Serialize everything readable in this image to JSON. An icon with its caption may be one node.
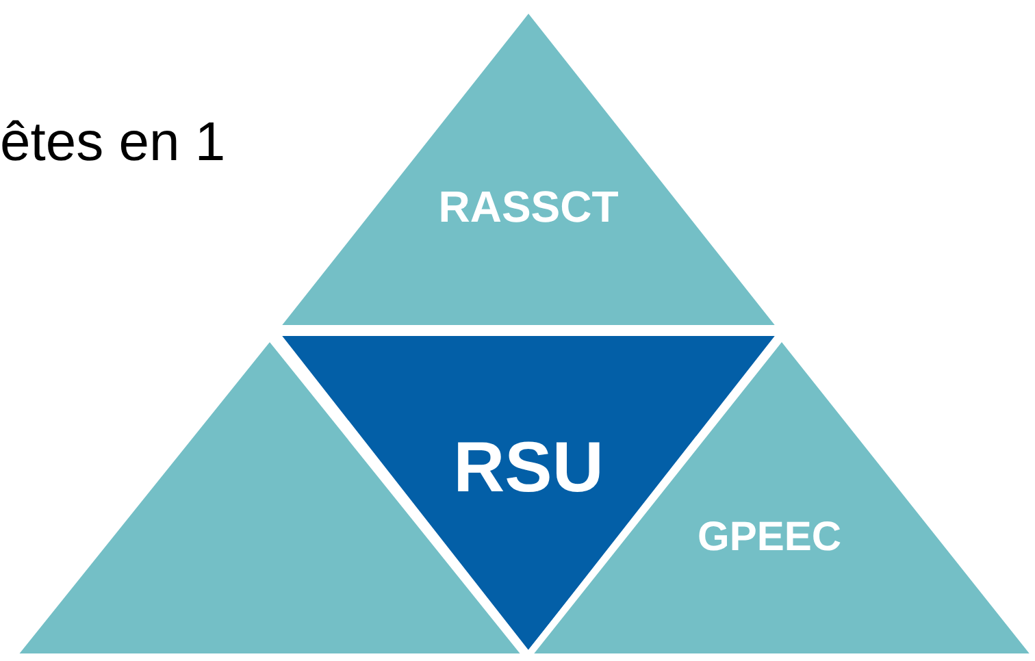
{
  "diagram": {
    "nodes": [
      {
        "text": [
          "RASSCT"
        ]
      },
      {
        "text": [
          "RSU"
        ]
      },
      {
        "text": [],
        "shape": "triangle"
      },
      {
        "text": [
          "GPEEC"
        ]
      }
    ],
    "labels": [
      "êtes en 1"
    ]
  }
}
